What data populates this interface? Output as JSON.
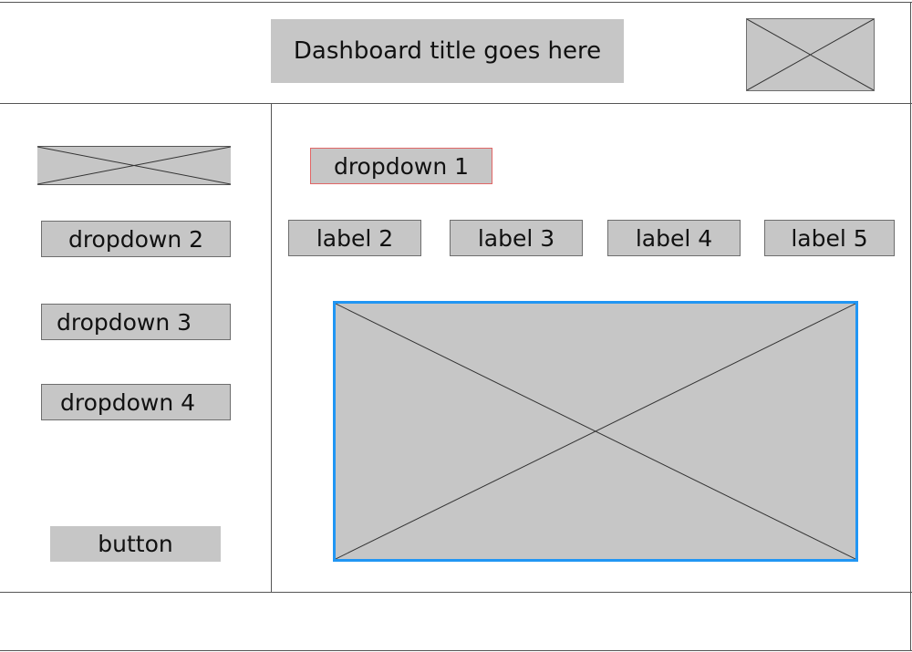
{
  "header": {
    "title": "Dashboard title goes here"
  },
  "sidebar": {
    "dropdown_2": "dropdown 2",
    "dropdown_3": "dropdown 3",
    "dropdown_4": "dropdown 4",
    "button": "button"
  },
  "main": {
    "dropdown_1": "dropdown 1",
    "labels": [
      "label 2",
      "label 3",
      "label 4",
      "label 5"
    ]
  },
  "colors": {
    "placeholder_fill": "#c6c6c6",
    "dropdown_1_border": "#e06666",
    "chart_border": "#2196f3"
  }
}
